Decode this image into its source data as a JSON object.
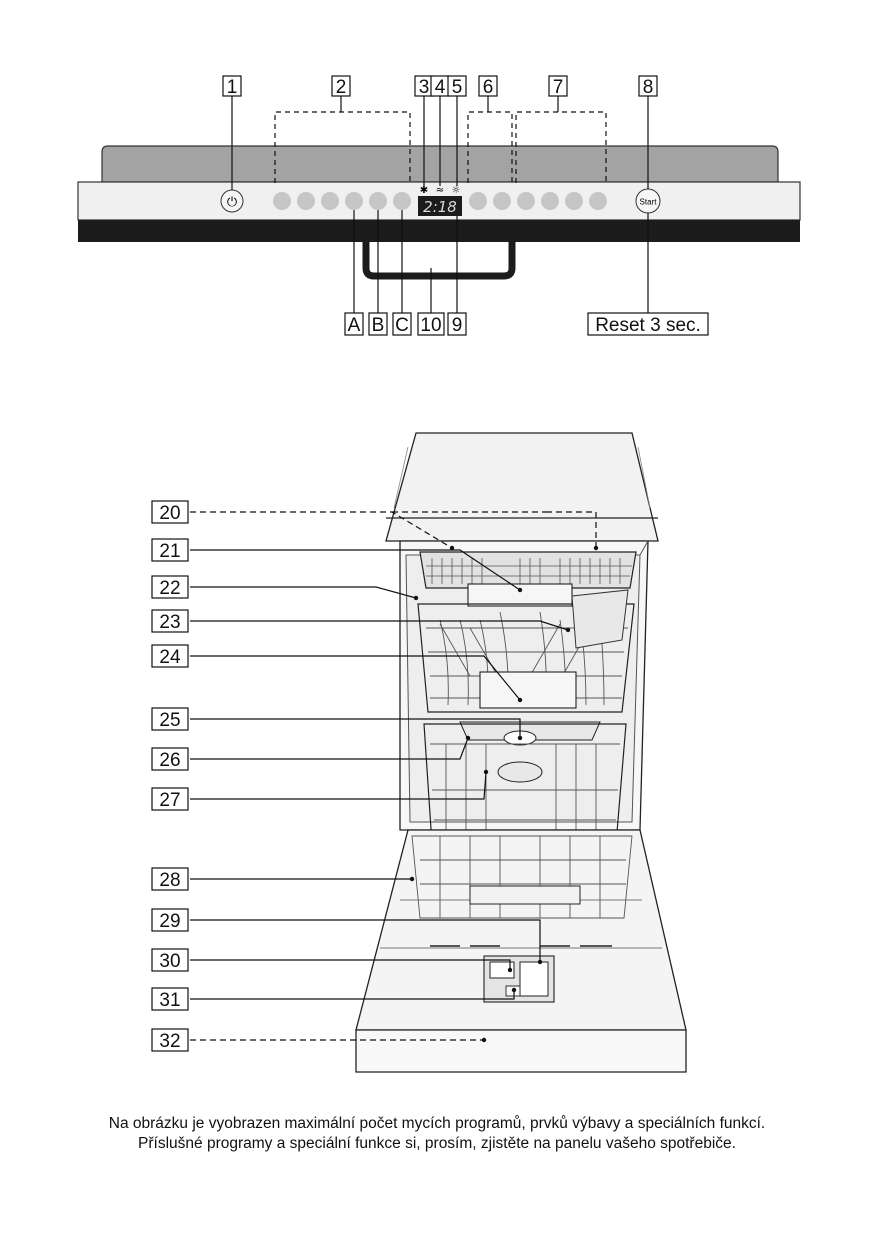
{
  "panel": {
    "callouts_top": [
      "1",
      "2",
      "3",
      "4",
      "5",
      "6",
      "7",
      "8"
    ],
    "callouts_bottom": [
      "A",
      "B",
      "C",
      "10",
      "9"
    ],
    "display_text": "2:18",
    "power_symbol": "⏻",
    "start_label": "Start",
    "reset_label": "Reset 3 sec.",
    "display_icons": [
      "star-icon",
      "faucet-icon",
      "sparkle-icon"
    ]
  },
  "appliance": {
    "callouts": [
      "20",
      "21",
      "22",
      "23",
      "24",
      "25",
      "26",
      "27",
      "28",
      "29",
      "30",
      "31",
      "32"
    ]
  },
  "caption": {
    "line1": "Na obrázku je vyobrazen maximální počet mycích programů, prvků výbavy a speciálních funkcí.",
    "line2": "Příslušné programy a speciální funkce si, prosím, zjistěte na panelu vašeho spotřebiče."
  }
}
